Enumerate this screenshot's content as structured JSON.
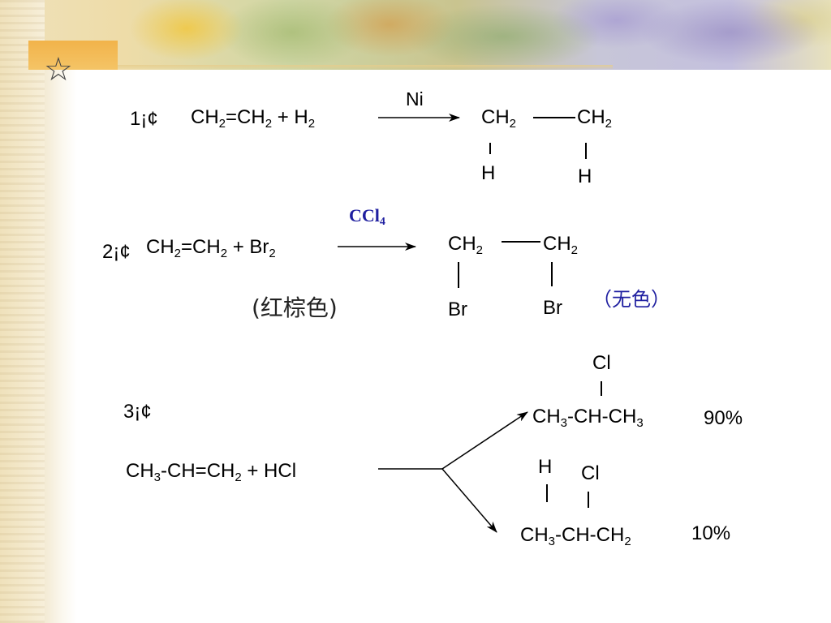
{
  "decor": {
    "star_glyph": "☆",
    "colors": {
      "left_strip": "#efe1bb",
      "orange_tab": "#f2b34a",
      "blue_text": "#1f1fa0"
    }
  },
  "reaction1": {
    "number": "1¡¢",
    "reactants": {
      "a": "CH",
      "a_sub": "2",
      "b": "=CH",
      "b_sub": "2",
      "c": " + H",
      "c_sub": "2"
    },
    "catalyst": "Ni",
    "product": {
      "left": "CH",
      "left_sub": "2",
      "right": "CH",
      "right_sub": "2",
      "left_sub_atom": "H",
      "right_sub_atom": "H"
    }
  },
  "reaction2": {
    "number": "2¡¢",
    "reactants": {
      "a": "CH",
      "a_sub": "2",
      "b": "=CH",
      "b_sub": "2",
      "c": " + Br",
      "c_sub": "2"
    },
    "solvent": {
      "text": "CCl",
      "sub": "4"
    },
    "note_reactant": "(红棕色)",
    "product": {
      "left": "CH",
      "left_sub": "2",
      "right": "CH",
      "right_sub": "2",
      "left_sub_atom": "Br",
      "right_sub_atom": "Br"
    },
    "note_product": "（无色）"
  },
  "reaction3": {
    "number": "3¡¢",
    "reactants": {
      "a": "CH",
      "a_sub": "3",
      "b": "-CH=CH",
      "b_sub": "2",
      "c": " + HCl"
    },
    "product_major": {
      "top_atom": "Cl",
      "a": "CH",
      "a_sub": "3",
      "b": "-CH-CH",
      "b_sub": "3",
      "percent": "90%"
    },
    "product_minor": {
      "atom_h": "H",
      "atom_cl": "Cl",
      "a": "CH",
      "a_sub": "3",
      "b": "-CH-CH",
      "b_sub": "2",
      "percent": "10%"
    }
  }
}
